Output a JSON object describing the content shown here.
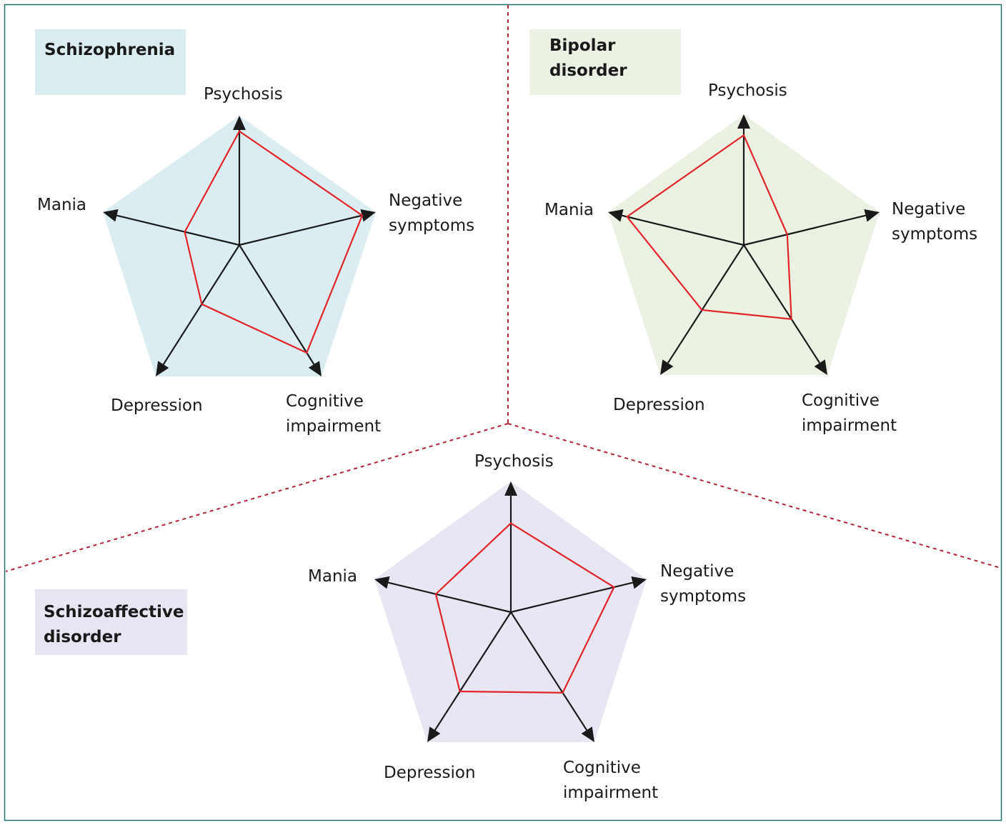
{
  "colors": {
    "frame": "#1f6f6a",
    "divider": "#b5233a",
    "axis": "#1a1a1a",
    "profile": "#e0262a"
  },
  "axis_labels": {
    "psychosis": "Psychosis",
    "negative": [
      "Negative",
      "symptoms"
    ],
    "cognitive": [
      "Cognitive",
      "impairment"
    ],
    "depression": "Depression",
    "mania": "Mania"
  },
  "panels": [
    {
      "id": "schizophrenia",
      "title": [
        "Schizophrenia"
      ],
      "bg": "#dcedf2",
      "profile": {
        "psychosis": 0.88,
        "negative": 0.9,
        "cognitive": 0.82,
        "depression": 0.45,
        "mania": 0.4
      }
    },
    {
      "id": "bipolar",
      "title": [
        "Bipolar",
        "disorder"
      ],
      "bg": "#ebf1e3",
      "profile": {
        "psychosis": 0.84,
        "negative": 0.32,
        "cognitive": 0.57,
        "depression": 0.5,
        "mania": 0.86
      }
    },
    {
      "id": "schizoaffective",
      "title": [
        "Schizoaffective",
        "disorder"
      ],
      "bg": "#e8e6f3",
      "profile": {
        "psychosis": 0.68,
        "negative": 0.76,
        "cognitive": 0.62,
        "depression": 0.61,
        "mania": 0.55
      }
    }
  ]
}
